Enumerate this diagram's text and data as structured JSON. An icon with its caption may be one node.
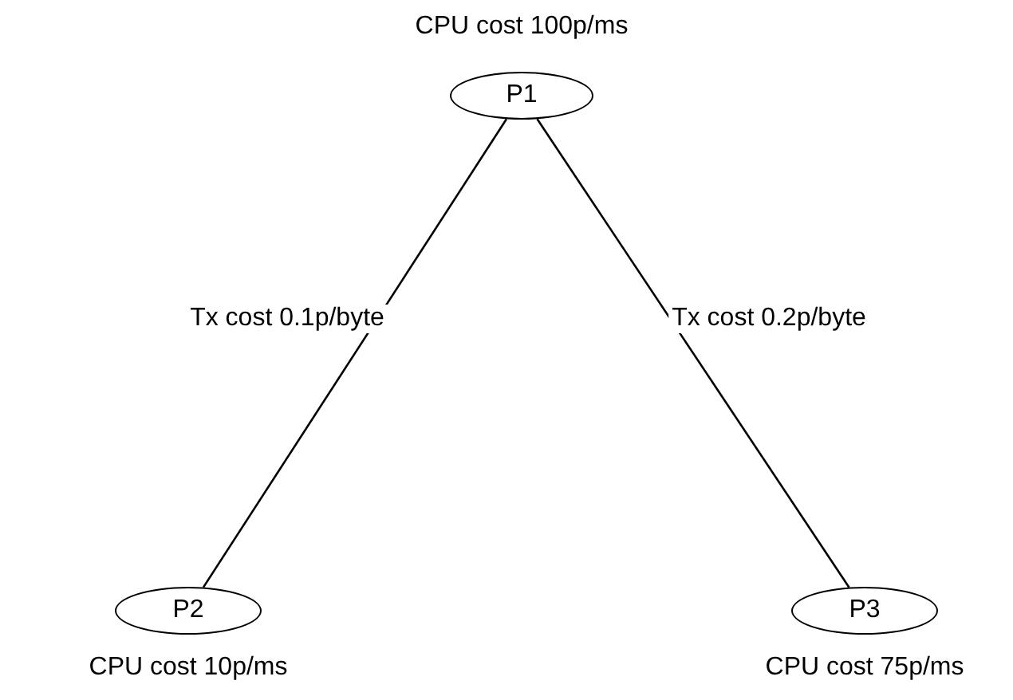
{
  "diagram": {
    "nodes": [
      {
        "text": [
          "P1"
        ],
        "beside": [
          "CPU cost 100p/ms"
        ]
      },
      {
        "text": [
          "P2"
        ],
        "beside": [
          "CPU cost 10p/ms"
        ]
      },
      {
        "text": [
          "P3"
        ],
        "beside": [
          "CPU cost 75p/ms"
        ]
      }
    ],
    "edges": [
      {
        "from": 0,
        "to": 1,
        "arrow": "none",
        "label": "Tx cost 0.1p/byte"
      },
      {
        "from": 0,
        "to": 2,
        "arrow": "none",
        "label": "Tx cost 0.2p/byte"
      }
    ]
  }
}
